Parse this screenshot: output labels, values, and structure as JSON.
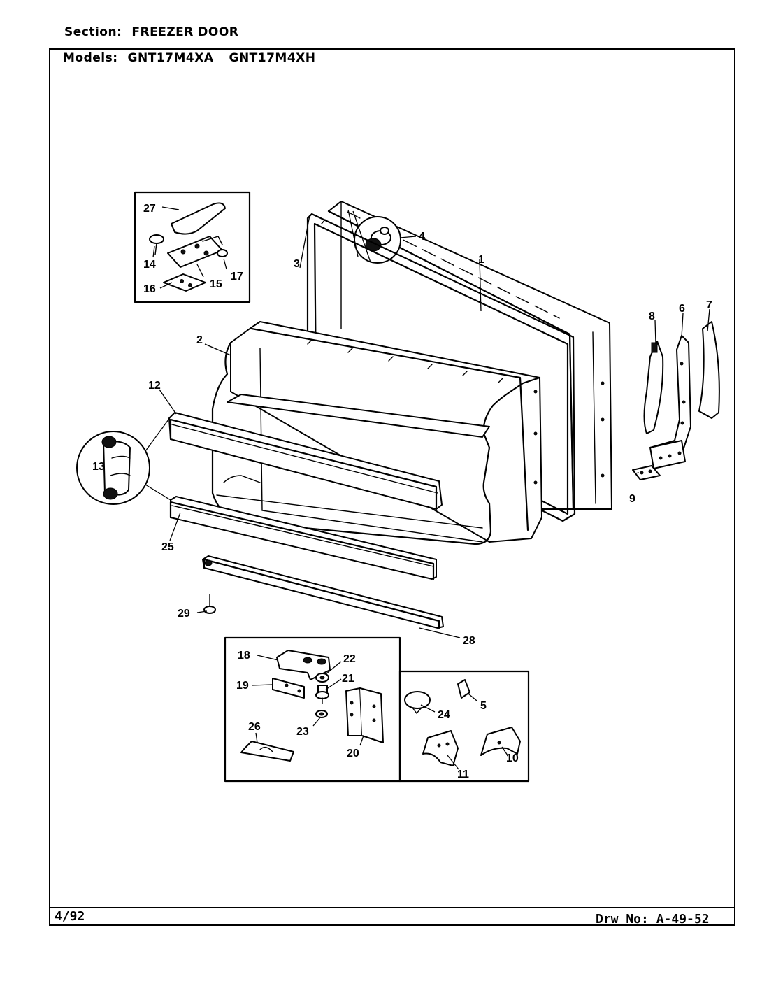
{
  "header": {
    "section_label": "Section:",
    "section_value": "FREEZER DOOR",
    "models_label": "Models:",
    "models": [
      "GNT17M4XA",
      "GNT17M4XH"
    ]
  },
  "footer": {
    "date": "4/92",
    "drawing_number": "Drw No: A-49-52"
  },
  "callouts": [
    "1",
    "2",
    "3",
    "4",
    "5",
    "6",
    "7",
    "8",
    "9",
    "10",
    "11",
    "12",
    "13",
    "14",
    "15",
    "16",
    "17",
    "18",
    "19",
    "20",
    "21",
    "22",
    "23",
    "24",
    "25",
    "26",
    "27",
    "28",
    "29"
  ]
}
